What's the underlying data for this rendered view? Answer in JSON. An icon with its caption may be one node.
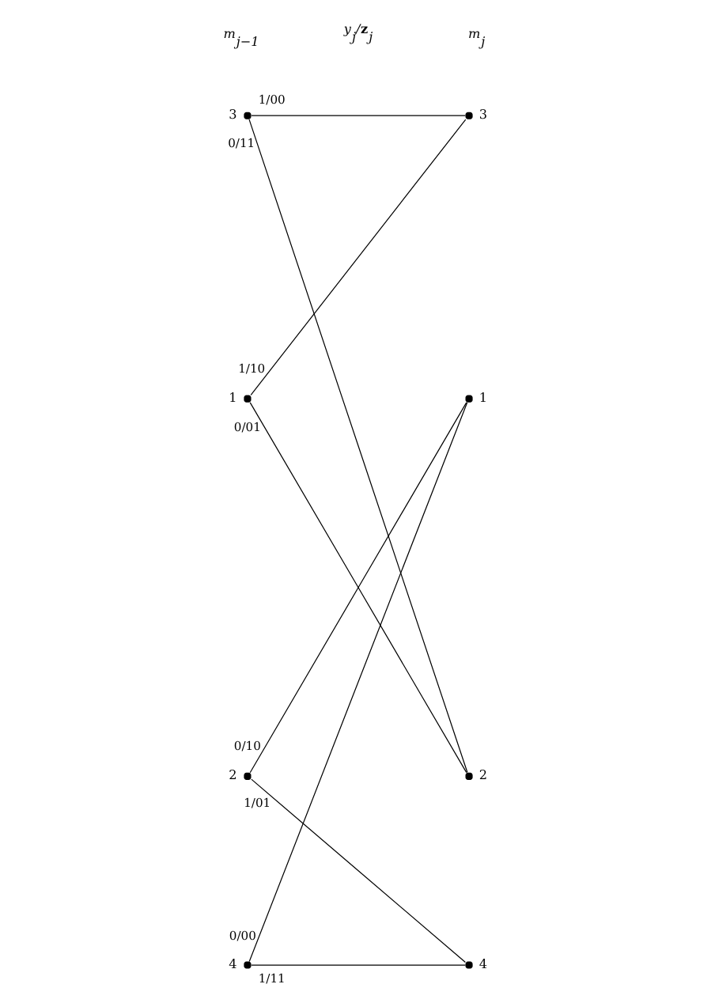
{
  "diagram": {
    "nodes": [
      {
        "text": [],
        "shape": "circle",
        "beside": [
          "3"
        ]
      },
      {
        "text": [],
        "shape": "circle",
        "beside": [
          "1"
        ]
      },
      {
        "text": [],
        "shape": "circle",
        "beside": [
          "2"
        ]
      },
      {
        "text": [],
        "shape": "circle",
        "beside": [
          "4"
        ]
      },
      {
        "text": [],
        "shape": "circle",
        "beside": [
          "3"
        ]
      },
      {
        "text": [],
        "shape": "circle",
        "beside": [
          "1"
        ]
      },
      {
        "text": [],
        "shape": "circle",
        "beside": [
          "2"
        ]
      },
      {
        "text": [],
        "shape": "circle",
        "beside": [
          "4"
        ]
      }
    ],
    "edges": [
      {
        "from": 0,
        "to": 4,
        "arrow": "none",
        "label": "1/00"
      },
      {
        "from": 0,
        "to": 6,
        "arrow": "none",
        "label": "0/11"
      },
      {
        "from": 1,
        "to": 4,
        "arrow": "none",
        "label": "1/10"
      },
      {
        "from": 1,
        "to": 6,
        "arrow": "none",
        "label": "0/01"
      },
      {
        "from": 2,
        "to": 5,
        "arrow": "none",
        "label": "0/10"
      },
      {
        "from": 2,
        "to": 7,
        "arrow": "none",
        "label": "1/01"
      },
      {
        "from": 3,
        "to": 5,
        "arrow": "none",
        "label": "0/00"
      },
      {
        "from": 3,
        "to": 7,
        "arrow": "none",
        "label": "1/11"
      }
    ],
    "labels": [
      "m$_{j−1}$",
      "y$_{j}$/**z**$_{j}$",
      "m$_{j}$"
    ]
  }
}
